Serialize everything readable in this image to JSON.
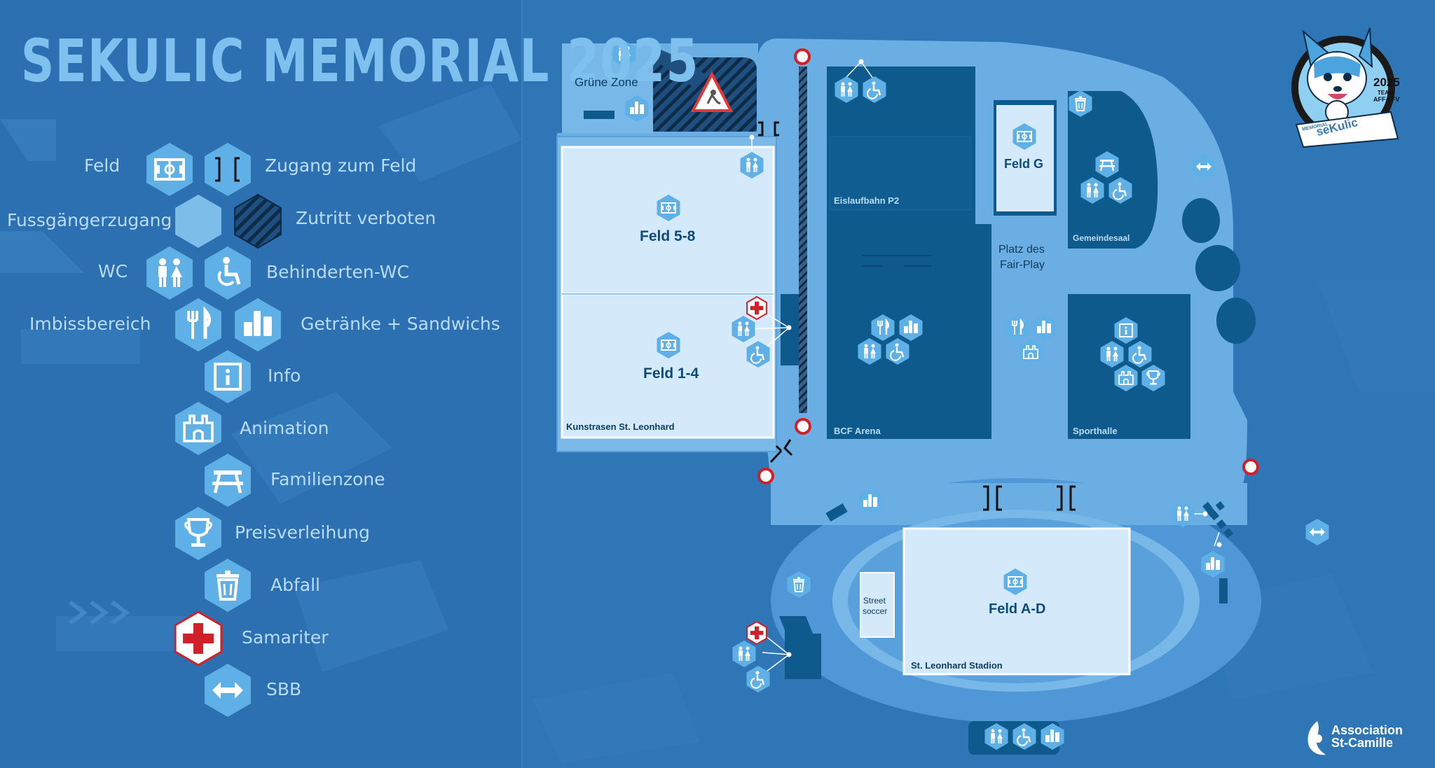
{
  "title": "SEKULIC MEMORIAL 2025",
  "legend": {
    "field": "Feld",
    "field_access": "Zugang zum Feld",
    "pedestrian": "Fussgängerzugang",
    "no_entry": "Zutritt verboten",
    "wc": "WC",
    "accessible_wc": "Behinderten-WC",
    "food": "Imbissbereich",
    "drinks": "Getränke + Sandwichs",
    "info": "Info",
    "animation": "Animation",
    "family": "Familienzone",
    "awards": "Preisverleihung",
    "waste": "Abfall",
    "first_aid": "Samariter",
    "sbb": "SBB"
  },
  "map": {
    "green_zone": "Grüne Zone",
    "field_58": "Feld 5-8",
    "field_14": "Feld 1-4",
    "turf": "Kunstrasen St. Leonhard",
    "ice_rink": "Eislaufbahn P2",
    "arena": "BCF Arena",
    "field_g": "Feld G",
    "fair_play_1": "Platz des",
    "fair_play_2": "Fair-Play",
    "community_hall": "Gemeindesaal",
    "sports_hall": "Sporthalle",
    "street_1": "Street",
    "street_2": "soccer",
    "field_ad": "Feld A-D",
    "stadium": "St. Leonhard Stadion"
  },
  "mascot": {
    "year": "2025",
    "team": "TEAM",
    "code": "AFF-FFV",
    "banner_small": "MEMORIAL",
    "banner": "seKulic"
  },
  "org": {
    "line1": "Association",
    "line2": "St-Camille"
  },
  "colors": {
    "background": "#2f74b5",
    "title": "#7fc1ee",
    "hex_light": "#5fb0e6",
    "field_fill": "#d4eafb",
    "building": "#0e5a8c",
    "path": "#69afe3",
    "first_aid": "#d0202a"
  }
}
